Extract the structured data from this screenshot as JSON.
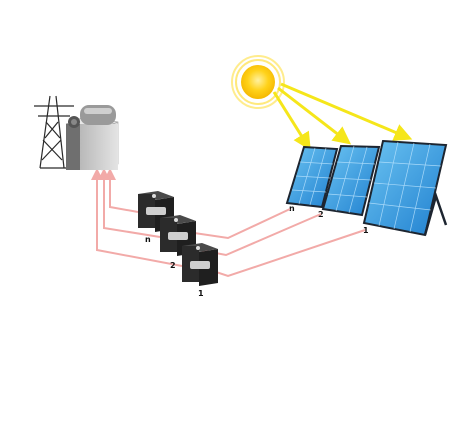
{
  "diagram": {
    "panel_labels": [
      "n",
      "2",
      "1"
    ],
    "inverter_labels": [
      "n",
      "2",
      "1"
    ],
    "colors": {
      "background": "#ffffff",
      "sun": "#ffd21a",
      "sun_rays": "#f5e61a",
      "panel_cell": "#3aa3e6",
      "panel_frame": "#1d2530",
      "wire": "#f2aaa8",
      "inverter": "#2b2b2b",
      "transformer": "#d0d0d0"
    }
  }
}
